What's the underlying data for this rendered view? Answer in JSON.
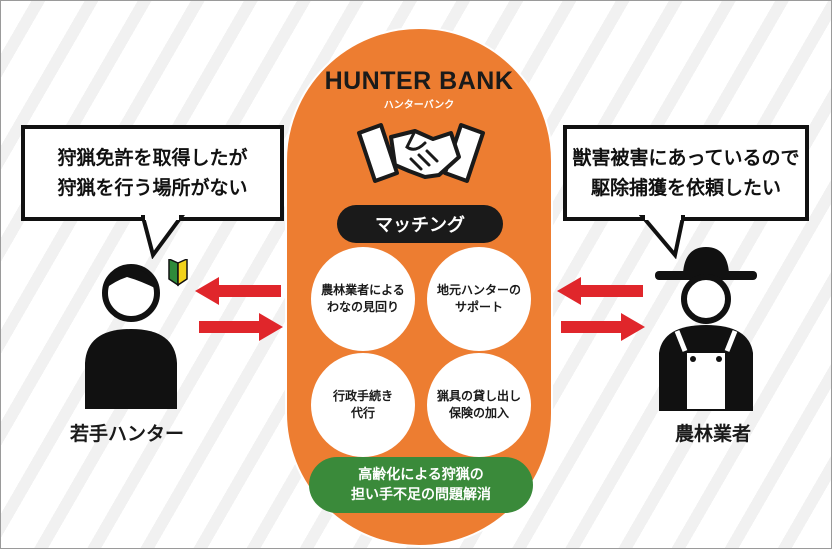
{
  "brand": {
    "title": "HUNTER BANK",
    "kana": "ハンターバンク"
  },
  "matching_label": "マッチング",
  "left_bubble": {
    "line1": "狩猟免許を取得したが",
    "line2": "狩猟を行う場所がない"
  },
  "right_bubble": {
    "line1": "獣害被害にあっているので",
    "line2": "駆除捕獲を依頼したい"
  },
  "services": [
    {
      "line1": "農林業者による",
      "line2": "わなの見回り"
    },
    {
      "line1": "地元ハンターの",
      "line2": "サポート"
    },
    {
      "line1": "行政手続き",
      "line2": "代行"
    },
    {
      "line1": "猟具の貸し出し",
      "line2": "保険の加入"
    }
  ],
  "goal": {
    "line1": "高齢化による狩猟の",
    "line2": "担い手不足の問題解消"
  },
  "left_person_label": "若手ハンター",
  "right_person_label": "農林業者",
  "colors": {
    "capsule": "#ed7d31",
    "goal": "#3a8a3a",
    "arrow": "#e0262b",
    "ink": "#1a1a1a",
    "beginner_mark_green": "#2e8b3a",
    "beginner_mark_yellow": "#f2d21b"
  },
  "icons": {
    "handshake": "handshake-icon",
    "young_hunter": "person-icon",
    "beginner": "beginner-mark-icon",
    "farmer": "farmer-with-hat-icon"
  }
}
